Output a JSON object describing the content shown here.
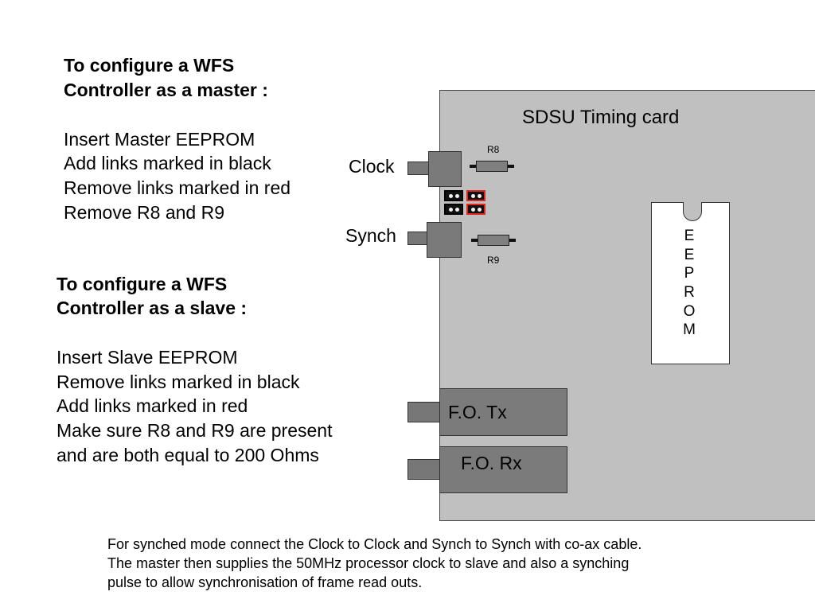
{
  "master": {
    "heading_line1": "To configure a WFS",
    "heading_line2": "Controller as a master :",
    "steps": [
      "Insert Master EEPROM",
      "Add links marked in black",
      "Remove links marked in red",
      "Remove R8 and R9"
    ]
  },
  "slave": {
    "heading_line1": "To configure a WFS",
    "heading_line2": "Controller as a slave :",
    "steps": [
      "Insert Slave EEPROM",
      "Remove links marked in black",
      "Add links marked in red",
      "Make sure R8 and R9 are present",
      "and are both equal to 200 Ohms"
    ]
  },
  "board": {
    "title": "SDSU Timing card",
    "clock_label": "Clock",
    "synch_label": "Synch",
    "r8_label": "R8",
    "r9_label": "R9",
    "eeprom_letters": [
      "E",
      "E",
      "P",
      "R",
      "O",
      "M"
    ],
    "fo_tx_label": "F.O. Tx",
    "fo_rx_label": "F.O. Rx"
  },
  "colors": {
    "board": "#c0c0c0",
    "link_black": "#000000",
    "link_red": "#e0261e"
  },
  "footer": {
    "lines": [
      "For synched mode connect the Clock to Clock and Synch to Synch with co-ax cable.",
      "The master then supplies the 50MHz processor clock to slave and also a synching",
      "pulse to allow synchronisation of frame read outs."
    ]
  }
}
